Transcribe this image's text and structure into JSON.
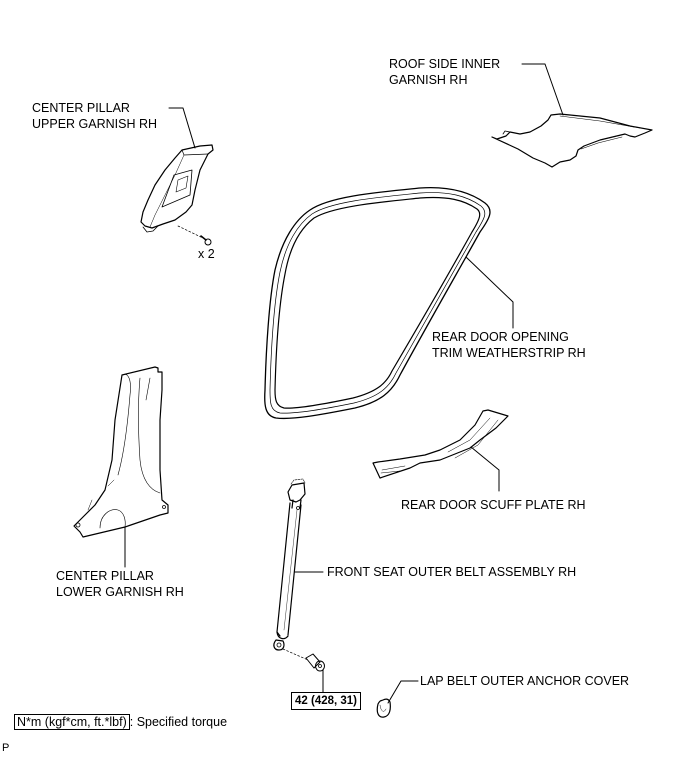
{
  "diagram": {
    "parts": [
      {
        "id": "roof_side_inner_garnish",
        "line1": "ROOF SIDE INNER",
        "line2": "GARNISH RH"
      },
      {
        "id": "center_pillar_upper_garnish",
        "line1": "CENTER PILLAR",
        "line2": "UPPER GARNISH RH"
      },
      {
        "id": "rear_door_opening_trim_weatherstrip",
        "line1": "REAR DOOR OPENING",
        "line2": "TRIM WEATHERSTRIP RH"
      },
      {
        "id": "center_pillar_lower_garnish",
        "line1": "CENTER PILLAR",
        "line2": "LOWER GARNISH RH"
      },
      {
        "id": "rear_door_scuff_plate",
        "line1": "REAR DOOR SCUFF PLATE RH"
      },
      {
        "id": "front_seat_outer_belt",
        "line1": "FRONT SEAT OUTER BELT ASSEMBLY RH"
      },
      {
        "id": "lap_belt_outer_anchor_cover",
        "line1": "LAP BELT OUTER ANCHOR COVER"
      }
    ],
    "clip_quantity": "x 2",
    "torque_value": "42 (428, 31)",
    "legend": {
      "unit_box": "N*m (kgf*cm, ft.*lbf)",
      "description": ": Specified torque"
    },
    "corner_mark": "P"
  }
}
